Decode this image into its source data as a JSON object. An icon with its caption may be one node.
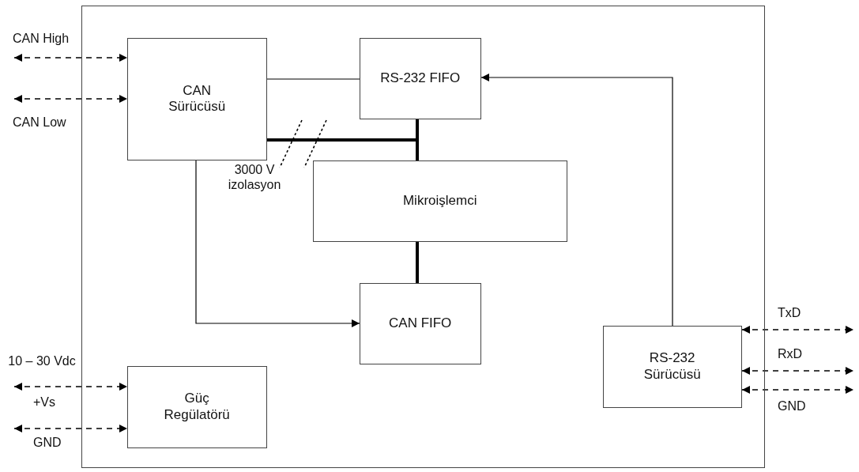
{
  "diagram": {
    "nodes": [
      {
        "text": [],
        "shape": "box"
      },
      {
        "text": [
          "CAN Sürücüsü"
        ],
        "in": 0
      },
      {
        "text": [
          "RS-232 FIFO"
        ],
        "in": 0
      },
      {
        "text": [
          "Mikroişlemci"
        ],
        "in": 0
      },
      {
        "text": [
          "CAN FIFO"
        ],
        "in": 0
      },
      {
        "text": [
          "RS-232 Sürücüsü"
        ],
        "in": 0
      },
      {
        "text": [
          "Güç Regülatörü"
        ],
        "in": 0
      }
    ],
    "edges": [
      {
        "from": null,
        "to": 1,
        "arrow": "both",
        "style": "dashed",
        "label": "CAN High"
      },
      {
        "from": null,
        "to": 1,
        "arrow": "both",
        "style": "dashed",
        "label": "CAN Low"
      },
      {
        "from": 1,
        "to": 2,
        "arrow": "none"
      },
      {
        "from": 1,
        "to": 3,
        "arrow": "none",
        "style": "thick"
      },
      {
        "from": 2,
        "to": 3,
        "arrow": "none",
        "style": "thick"
      },
      {
        "from": 3,
        "to": 4,
        "arrow": "none",
        "style": "thick"
      },
      {
        "from": 1,
        "to": 4,
        "arrow": "to"
      },
      {
        "from": 5,
        "to": 2,
        "arrow": "to"
      },
      {
        "from": null,
        "to": 6,
        "arrow": "both",
        "style": "dashed",
        "label": "+Vs"
      },
      {
        "from": null,
        "to": 6,
        "arrow": "both",
        "style": "dashed",
        "label": "GND"
      },
      {
        "from": 5,
        "to": null,
        "arrow": "both",
        "style": "dashed",
        "label": "TxD"
      },
      {
        "from": 5,
        "to": null,
        "arrow": "both",
        "style": "dashed",
        "label": "RxD"
      },
      {
        "from": 5,
        "to": null,
        "arrow": "both",
        "style": "dashed",
        "label": "GND"
      }
    ],
    "labels": [
      "3000 V izolasyon",
      "10 – 30 Vdc"
    ]
  }
}
